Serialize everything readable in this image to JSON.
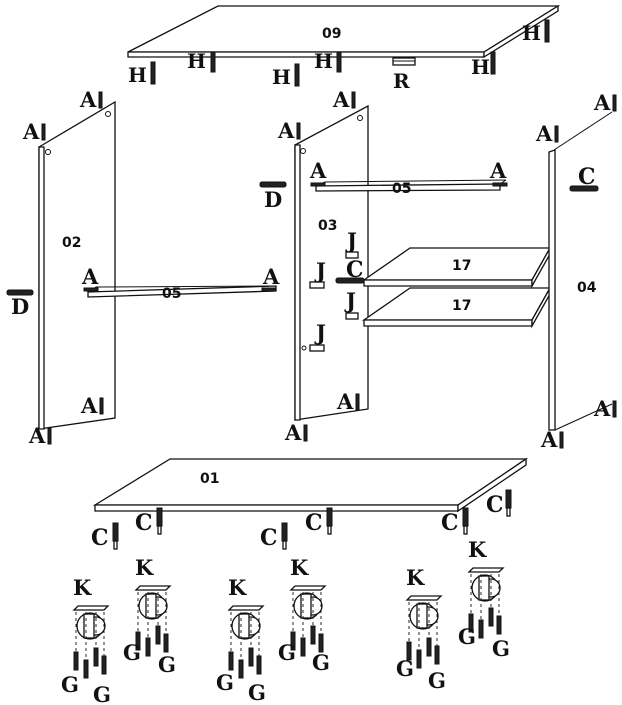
{
  "panels": {
    "top": "09",
    "left_side": "02",
    "middle_side": "03",
    "right_side": "04",
    "bottom": "01",
    "upper_shelf": "05",
    "left_shelf": "05",
    "shelf_upper": "17",
    "shelf_lower": "17"
  },
  "hardware": {
    "a": "A",
    "c": "C",
    "d": "D",
    "g": "G",
    "h": "H",
    "j": "J",
    "k": "K",
    "r": "R"
  }
}
